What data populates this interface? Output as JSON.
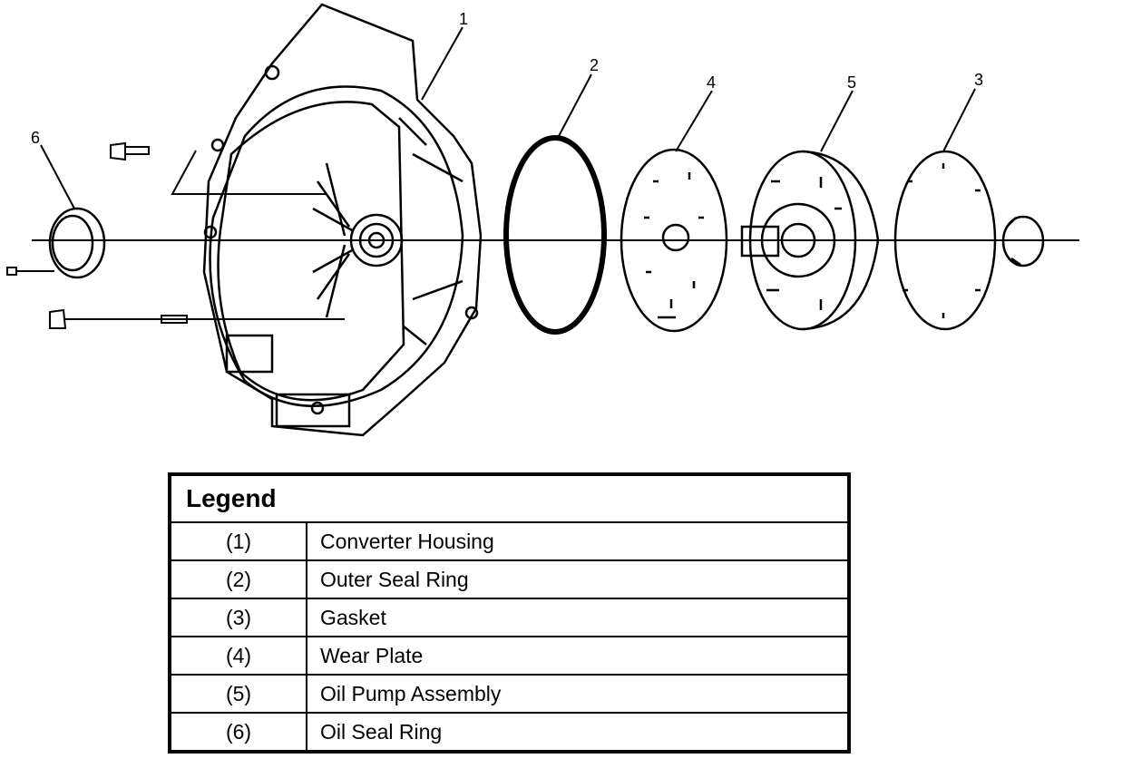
{
  "diagram": {
    "callouts": [
      "1",
      "2",
      "3",
      "4",
      "5",
      "6"
    ]
  },
  "legend": {
    "title": "Legend",
    "rows": [
      {
        "num": "(1)",
        "name": "Converter Housing"
      },
      {
        "num": "(2)",
        "name": "Outer Seal Ring"
      },
      {
        "num": "(3)",
        "name": "Gasket"
      },
      {
        "num": "(4)",
        "name": "Wear Plate"
      },
      {
        "num": "(5)",
        "name": "Oil Pump Assembly"
      },
      {
        "num": "(6)",
        "name": "Oil Seal Ring"
      }
    ]
  }
}
